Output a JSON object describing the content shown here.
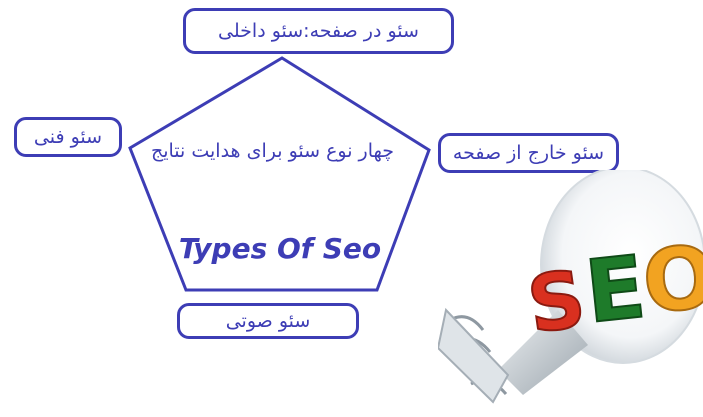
{
  "diagram": {
    "center_label_fa": "چهار نوع سئو برای هدایت نتایج",
    "center_label_en": "Types Of Seo",
    "nodes": {
      "top": "سئو در صفحه:سئو داخلی",
      "left": "سئو فنی",
      "right": "سئو خارج از صفحه",
      "bottom": "سئو صوتی"
    },
    "bulb_text": "SEO",
    "colors": {
      "primary": "#3d3db5",
      "s": "#d9301f",
      "e": "#1e7b2a",
      "o": "#f2a321"
    }
  }
}
